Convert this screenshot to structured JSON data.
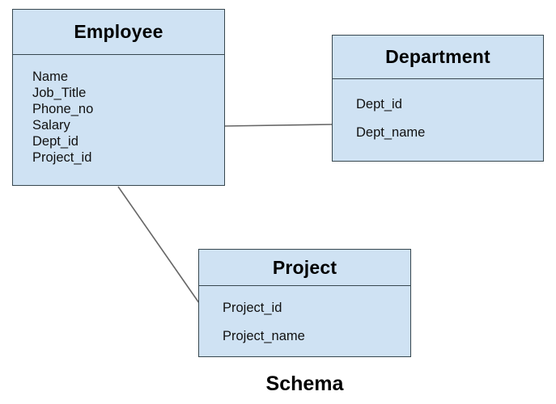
{
  "diagram": {
    "title": "Schema",
    "colors": {
      "box_fill": "#cfe2f3",
      "box_border": "#37474f",
      "connector": "#666666",
      "text": "#111111"
    },
    "entities": [
      {
        "name": "Employee",
        "attributes": [
          "Name",
          "Job_Title",
          "Phone_no",
          "Salary",
          "Dept_id",
          "Project_id"
        ]
      },
      {
        "name": "Department",
        "attributes": [
          "Dept_id",
          "Dept_name"
        ]
      },
      {
        "name": "Project",
        "attributes": [
          "Project_id",
          "Project_name"
        ]
      }
    ],
    "relationships": [
      {
        "from": "Employee",
        "to": "Department"
      },
      {
        "from": "Employee",
        "to": "Project"
      }
    ]
  }
}
